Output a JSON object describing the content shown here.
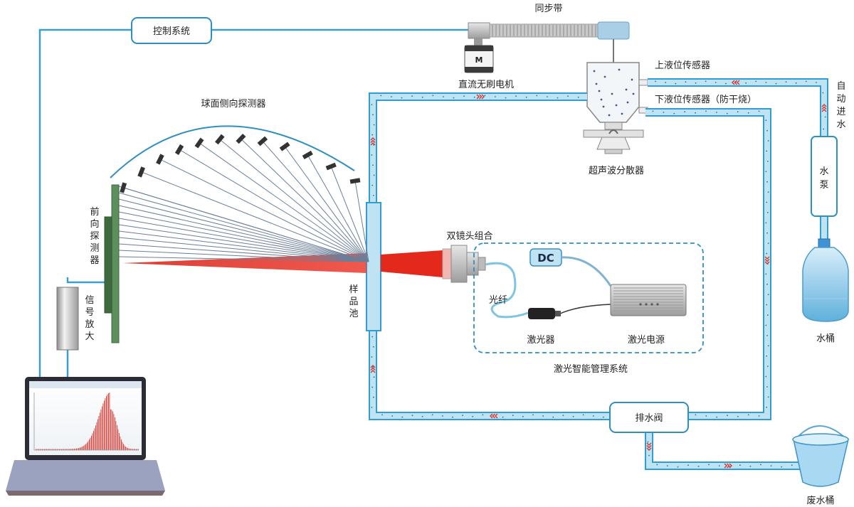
{
  "labels": {
    "control_system": "控制系统",
    "sync_belt": "同步带",
    "brushless_motor": "直流无刷电机",
    "motor_badge": "M",
    "upper_level_sensor": "上液位传感器",
    "lower_level_sensor": "下液位传感器（防干烧）",
    "auto_water_in": [
      "自",
      "动",
      "进",
      "水"
    ],
    "pump": [
      "水",
      "泵"
    ],
    "water_bucket": "水桶",
    "ultrasonic_disperser": "超声波分散器",
    "sphere_side_detector": "球面侧向探测器",
    "forward_detector": [
      "前",
      "向",
      "探",
      "测",
      "器"
    ],
    "signal_amp": [
      "信",
      "号",
      "放",
      "大"
    ],
    "sample_cell": [
      "样",
      "品",
      "池"
    ],
    "dual_lens": "双镜头组合",
    "dc_label": "DC",
    "fiber": "光纤",
    "laser": "激光器",
    "laser_power": "激光电源",
    "laser_mgmt": "激光智能管理系统",
    "drain_valve": "排水阀",
    "waste_bucket": "废水桶"
  },
  "colors": {
    "pipe_fill": "#bfe3f3",
    "pipe_stroke": "#2f9fd1",
    "signal_line": "#3aa0c9",
    "laser_red": "#e0271b",
    "detector_green": "#4a7a4a",
    "chevron": "#d9342b"
  }
}
